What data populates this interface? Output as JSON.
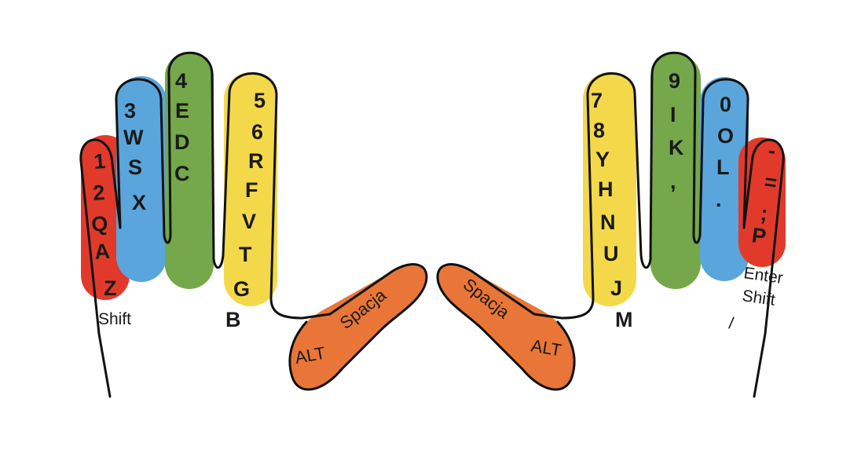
{
  "colors": {
    "pinky": "#e23a2a",
    "ring": "#5aa5dc",
    "middle": "#74a84a",
    "index": "#f3d94a",
    "thumb": "#e97638"
  },
  "left_hand": {
    "pinky_keys": [
      "1",
      "2",
      "Q",
      "A",
      "Z"
    ],
    "pinky_extra": "Shift",
    "ring_keys": [
      "3",
      "W",
      "S",
      "X"
    ],
    "middle_keys": [
      "4",
      "E",
      "D",
      "C"
    ],
    "index_keys": [
      "5",
      "6",
      "R",
      "F",
      "V",
      "T",
      "G"
    ],
    "index_extra": "B",
    "thumb_alt": "ALT",
    "thumb_space": "Spacja"
  },
  "right_hand": {
    "thumb_space": "Spacja",
    "thumb_alt": "ALT",
    "index_keys": [
      "7",
      "8",
      "Y",
      "H",
      "N",
      "U",
      "J"
    ],
    "index_extra": "M",
    "middle_keys": [
      "9",
      "I",
      "K",
      ","
    ],
    "ring_keys": [
      "0",
      "O",
      "L",
      "."
    ],
    "pinky_keys": [
      "-",
      "=",
      ";",
      "P"
    ],
    "pinky_extra": [
      "Enter",
      "Shift",
      "/"
    ]
  }
}
